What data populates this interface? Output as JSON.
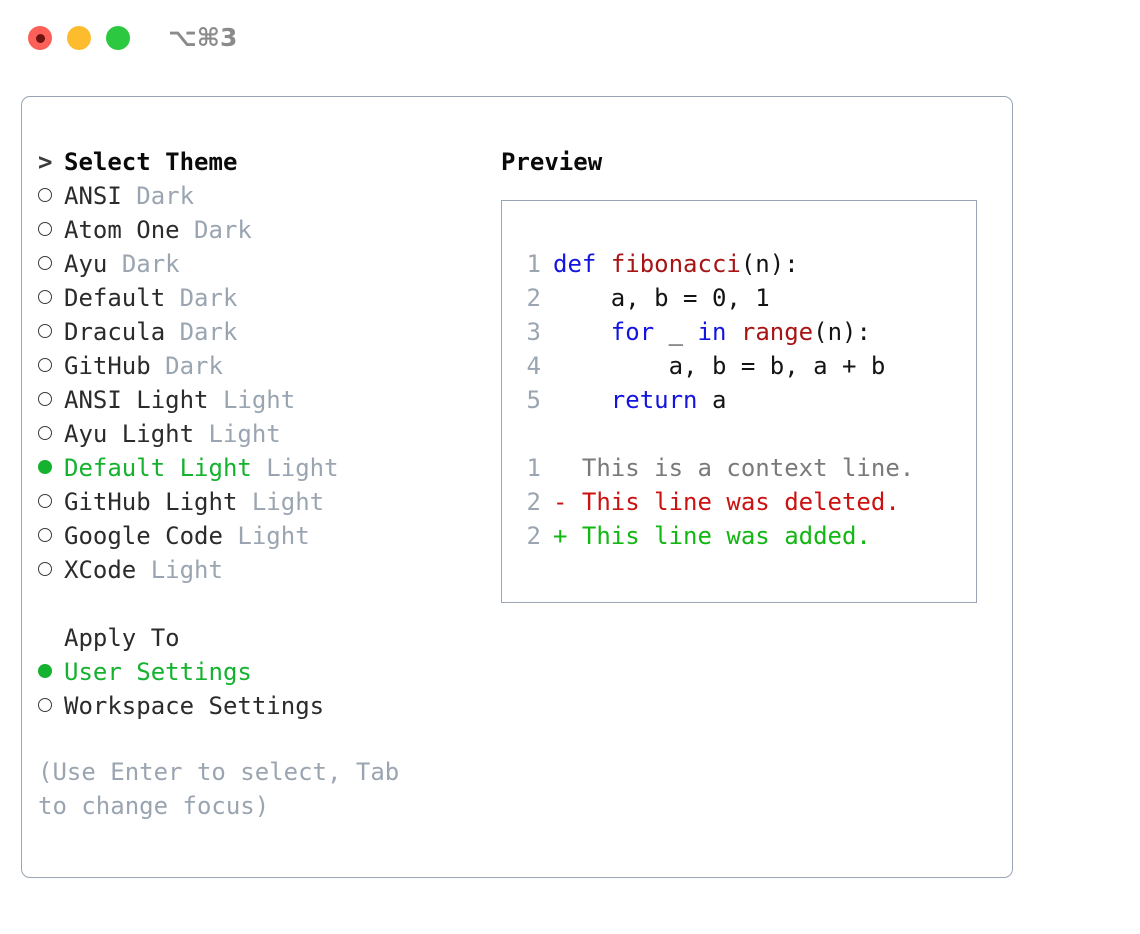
{
  "window": {
    "shortcut_label": "⌥⌘3",
    "traffic_lights": [
      "close",
      "minimize",
      "maximize"
    ]
  },
  "left_panel": {
    "header": {
      "prompt": ">",
      "title": "Select Theme"
    },
    "themes": [
      {
        "name": "ANSI",
        "mode": "Dark",
        "selected": false
      },
      {
        "name": "Atom One",
        "mode": "Dark",
        "selected": false
      },
      {
        "name": "Ayu",
        "mode": "Dark",
        "selected": false
      },
      {
        "name": "Default",
        "mode": "Dark",
        "selected": false
      },
      {
        "name": "Dracula",
        "mode": "Dark",
        "selected": false
      },
      {
        "name": "GitHub",
        "mode": "Dark",
        "selected": false
      },
      {
        "name": "ANSI Light",
        "mode": "Light",
        "selected": false
      },
      {
        "name": "Ayu Light",
        "mode": "Light",
        "selected": false
      },
      {
        "name": "Default Light",
        "mode": "Light",
        "selected": true
      },
      {
        "name": "GitHub Light",
        "mode": "Light",
        "selected": false
      },
      {
        "name": "Google Code",
        "mode": "Light",
        "selected": false
      },
      {
        "name": "XCode",
        "mode": "Light",
        "selected": false
      }
    ],
    "apply_to": {
      "label": "Apply To",
      "options": [
        {
          "label": "User Settings",
          "selected": true
        },
        {
          "label": "Workspace Settings",
          "selected": false
        }
      ]
    },
    "hint": "(Use Enter to select, Tab to change focus)"
  },
  "right_panel": {
    "title": "Preview",
    "code_lines": [
      {
        "num": "1",
        "tokens": [
          {
            "t": "def",
            "c": "kw"
          },
          {
            "t": " ",
            "c": "plain"
          },
          {
            "t": "fibonacci",
            "c": "fn"
          },
          {
            "t": "(n):",
            "c": "plain"
          }
        ]
      },
      {
        "num": "2",
        "tokens": [
          {
            "t": "    a, b = 0, 1",
            "c": "plain"
          }
        ]
      },
      {
        "num": "3",
        "tokens": [
          {
            "t": "    ",
            "c": "plain"
          },
          {
            "t": "for",
            "c": "kw"
          },
          {
            "t": " _ ",
            "c": "plain"
          },
          {
            "t": "in",
            "c": "kw"
          },
          {
            "t": " ",
            "c": "plain"
          },
          {
            "t": "range",
            "c": "fn"
          },
          {
            "t": "(n):",
            "c": "plain"
          }
        ]
      },
      {
        "num": "4",
        "tokens": [
          {
            "t": "        a, b = b, a + b",
            "c": "plain"
          }
        ]
      },
      {
        "num": "5",
        "tokens": [
          {
            "t": "    ",
            "c": "plain"
          },
          {
            "t": "return",
            "c": "kw"
          },
          {
            "t": " a",
            "c": "plain"
          }
        ]
      }
    ],
    "diff_lines": [
      {
        "num": "1",
        "sign": " ",
        "text": "This is a context line.",
        "kind": "ctx"
      },
      {
        "num": "2",
        "sign": "-",
        "text": "This line was deleted.",
        "kind": "del"
      },
      {
        "num": "2",
        "sign": "+",
        "text": "This line was added.",
        "kind": "add"
      }
    ]
  },
  "colors": {
    "selected_green": "#14b22e",
    "muted_gray": "#9aa5b1",
    "keyword_blue": "#1414e0",
    "function_red": "#a81414",
    "diff_added": "#12b712",
    "diff_deleted": "#cc1111",
    "border": "#99a5b3"
  }
}
